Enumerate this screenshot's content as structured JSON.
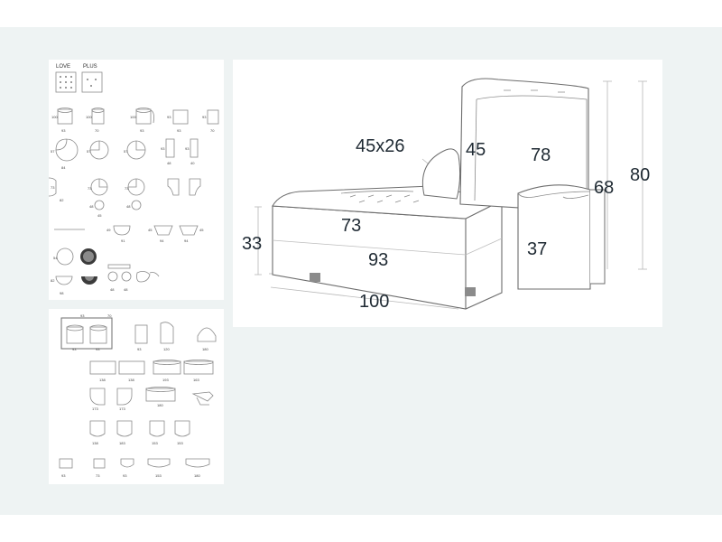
{
  "catalog": {
    "love_label": "LOVE",
    "plus_label": "PLUS",
    "labels": {
      "r1a_w": "93",
      "r1a_h": "100",
      "r1b_w": "70",
      "r1b_h": "100",
      "r1c_w": "93",
      "r1c_h": "100",
      "r1d_w": "93",
      "r1d_h": "93",
      "r1e_w": "70",
      "r1e_h": "93",
      "r2a_w": "84",
      "r2a_h": "57",
      "r2b_h": "57",
      "r2c_h": "57",
      "r2d_w": "48",
      "r2d_h": "93",
      "r2e_w": "40",
      "r2e_h": "93",
      "r3a_w": "82",
      "r3a_h": "73",
      "r3b_h": "73",
      "r3c_h": "73",
      "r4a_w": "45",
      "r4a_h": "48",
      "r4b_h": "48",
      "r5a_w": "91",
      "r5a_h": "49",
      "r5b_w": "94",
      "r5b_h": "45",
      "r5c_w": "94",
      "r5c_h": "45",
      "r6a_h": "54",
      "r7a_w": "98",
      "r7a_h": "82",
      "r8a_w": "48",
      "r8b_w": "48"
    }
  },
  "catalog2": {
    "labels": {
      "t1": "93",
      "t2": "70",
      "b1": "93",
      "b2": "93",
      "c1": "93",
      "c2": "120",
      "c3": "180",
      "d1": "138",
      "d2": "138",
      "d3": "193",
      "d4": "163",
      "e1": "173",
      "e2": "173",
      "e3": "180",
      "f1": "138",
      "f2": "183",
      "f3": "153",
      "f4": "153",
      "g1": "93",
      "g2": "73",
      "g3": "93",
      "g4": "153",
      "g5": "180"
    }
  },
  "main": {
    "dims": {
      "cushion_depth": "45x26",
      "back_pad": "45",
      "back_height": "78",
      "seat_height_total": "68",
      "total_height": "80",
      "seat_base_height": "33",
      "seat_depth_inner": "73",
      "seat_depth": "93",
      "arm_height": "37",
      "total_width": "100"
    }
  }
}
